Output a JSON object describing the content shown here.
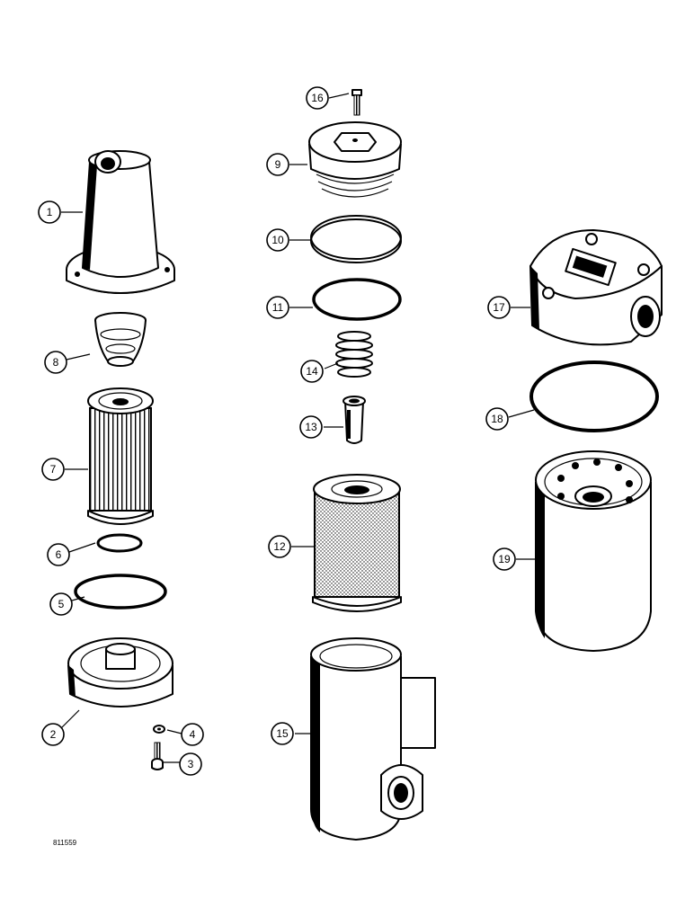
{
  "drawing_ref": "811559",
  "callouts": [
    {
      "id": "1"
    },
    {
      "id": "2"
    },
    {
      "id": "3"
    },
    {
      "id": "4"
    },
    {
      "id": "5"
    },
    {
      "id": "6"
    },
    {
      "id": "7"
    },
    {
      "id": "8"
    },
    {
      "id": "9"
    },
    {
      "id": "10"
    },
    {
      "id": "11"
    },
    {
      "id": "12"
    },
    {
      "id": "13"
    },
    {
      "id": "14"
    },
    {
      "id": "15"
    },
    {
      "id": "16"
    },
    {
      "id": "17"
    },
    {
      "id": "18"
    },
    {
      "id": "19"
    }
  ]
}
